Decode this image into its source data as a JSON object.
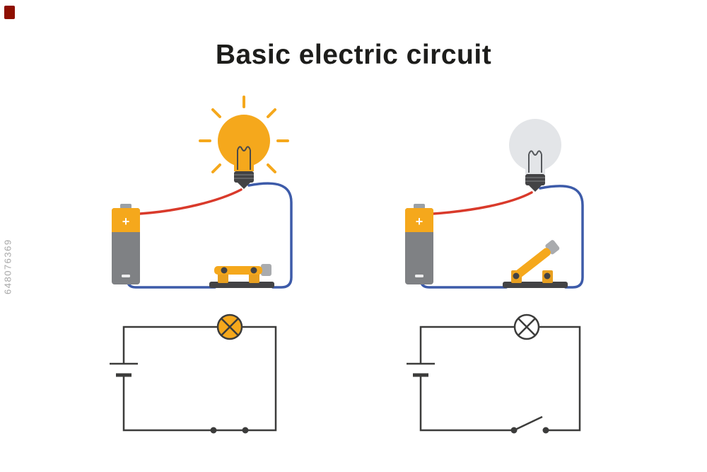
{
  "title": "Basic electric circuit",
  "watermark": {
    "id_text": "648076369",
    "logo_icon": "stock-logo"
  },
  "battery": {
    "plus_label": "+"
  },
  "icons": {
    "left_bulb": "lit-bulb-icon",
    "right_bulb": "unlit-bulb-icon",
    "left_switch": "closed-switch-icon",
    "right_switch": "open-switch-icon",
    "battery": "battery-icon",
    "lamp_symbol": "lamp-circle-x-symbol",
    "battery_symbol": "battery-cell-symbol",
    "switch_symbol": "switch-contact-symbol"
  },
  "colors": {
    "title-text": "#1d1d1b",
    "orange": "#F5A81C",
    "post-orange": "#E8A020",
    "bulb-off": "#E3E5E8",
    "metal-dark": "#434345",
    "metal-stripe": "#6e6f71",
    "battery-gray": "#7f8184",
    "battery-nub": "#9aa0a6",
    "wire-red": "#D93A2B",
    "wire-blue": "#3D5BA9",
    "stroke": "#3C3C3B",
    "knob-gray": "#A9ABAE",
    "filament": "#4a4a4a",
    "filament-off": "#55585c",
    "watermark": "#a6a6a6",
    "logo-red": "#8e0f00"
  }
}
